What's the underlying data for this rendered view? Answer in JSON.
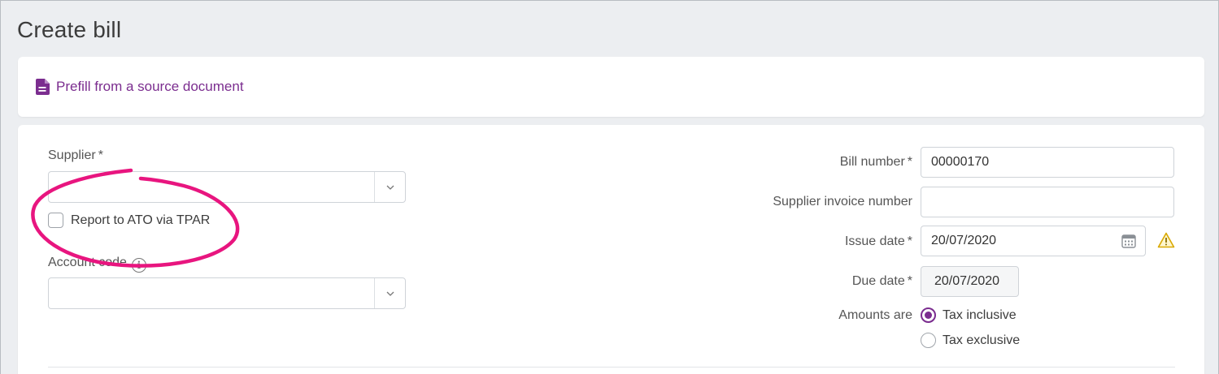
{
  "page": {
    "title": "Create bill"
  },
  "prefill": {
    "label": "Prefill from a source document"
  },
  "supplier": {
    "label": "Supplier",
    "required_mark": "*",
    "value": ""
  },
  "tpar": {
    "label": "Report to ATO via TPAR",
    "checked": false
  },
  "account_code": {
    "label": "Account code",
    "value": ""
  },
  "bill_number": {
    "label": "Bill number",
    "required_mark": "*",
    "value": "00000170"
  },
  "supplier_invoice": {
    "label": "Supplier invoice number",
    "value": ""
  },
  "issue_date": {
    "label": "Issue date",
    "required_mark": "*",
    "value": "20/07/2020"
  },
  "due_date": {
    "label": "Due date",
    "required_mark": "*",
    "value": "20/07/2020"
  },
  "amounts": {
    "label": "Amounts are",
    "options": [
      {
        "label": "Tax inclusive",
        "selected": true
      },
      {
        "label": "Tax exclusive",
        "selected": false
      }
    ]
  },
  "colors": {
    "accent": "#7b2d8f",
    "annotation": "#e8157f",
    "warning": "#e0b400"
  }
}
